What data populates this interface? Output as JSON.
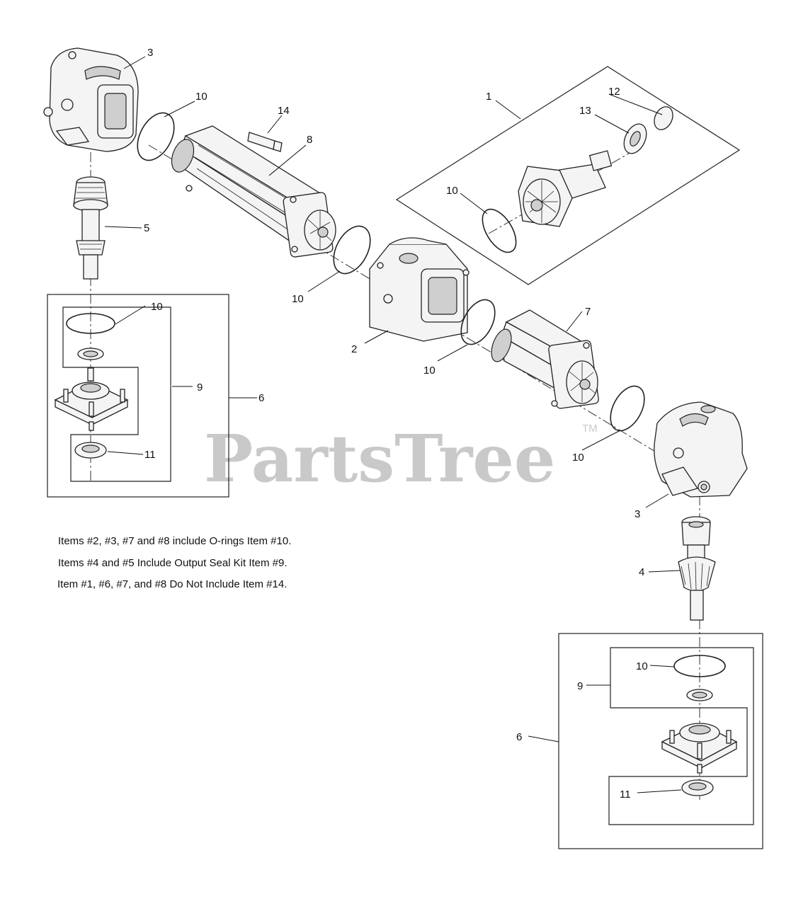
{
  "watermark": {
    "text": "PartsTree",
    "tm": "TM"
  },
  "notes": [
    "Items #2, #3, #7 and #8 include O-rings Item #10.",
    "Items #4 and #5 Include Output Seal Kit Item #9.",
    "Item #1, #6, #7, and #8 Do Not Include Item #14."
  ],
  "callouts": {
    "c1": "1",
    "c2": "2",
    "c3a": "3",
    "c3b": "3",
    "c4": "4",
    "c5": "5",
    "c6a": "6",
    "c6b": "6",
    "c7": "7",
    "c8": "8",
    "c9a": "9",
    "c9b": "9",
    "c10a": "10",
    "c10b": "10",
    "c10c": "10",
    "c10d": "10",
    "c10e": "10",
    "c10f": "10",
    "c10g": "10",
    "c11a": "11",
    "c11b": "11",
    "c12": "12",
    "c13": "13",
    "c14": "14"
  }
}
